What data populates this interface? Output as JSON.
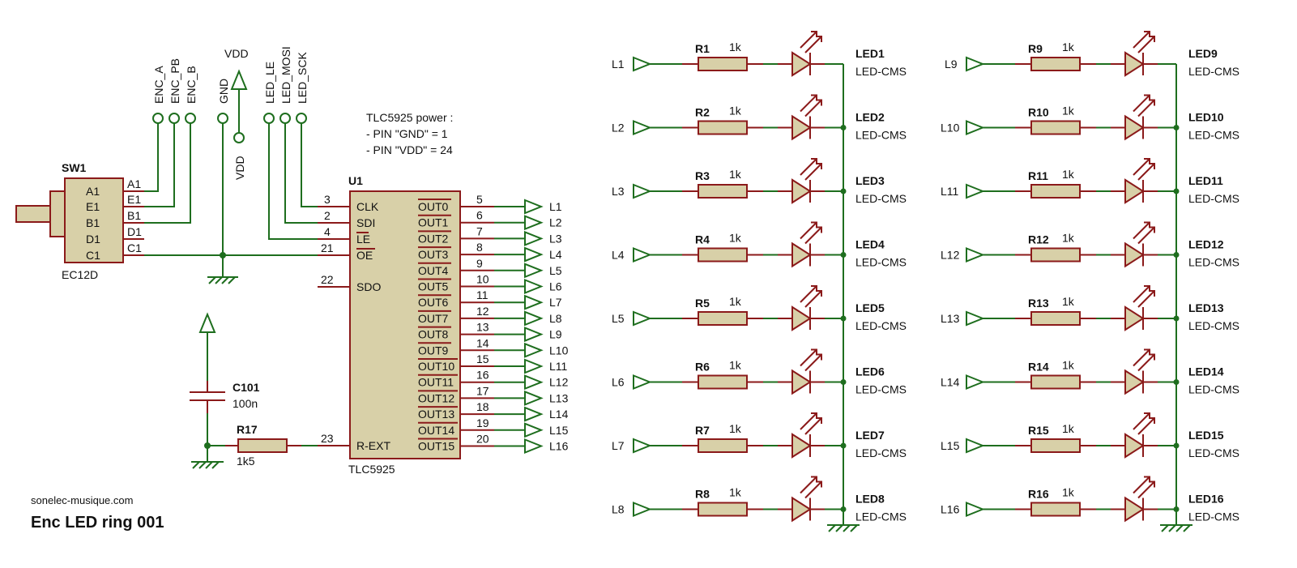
{
  "schematic": {
    "title": "Enc LED ring 001",
    "website": "sonelec-musique.com",
    "power_note": [
      "TLC5925 power :",
      "- PIN \"GND\" = 1",
      "- PIN \"VDD\" = 24"
    ],
    "vdd_label": "VDD",
    "connectors": [
      "ENC_A",
      "ENC_PB",
      "ENC_B",
      "GND",
      "VDD",
      "LED_LE",
      "LED_MOSI",
      "LED_SCK"
    ],
    "sw1": {
      "ref": "SW1",
      "value": "EC12D",
      "pins": [
        "A1",
        "E1",
        "B1",
        "D1",
        "C1"
      ]
    },
    "u1": {
      "ref": "U1",
      "value": "TLC5925",
      "left_pins": [
        {
          "num": "3",
          "name": "CLK"
        },
        {
          "num": "2",
          "name": "SDI"
        },
        {
          "num": "4",
          "name": "LE"
        },
        {
          "num": "21",
          "name": "OE"
        },
        {
          "num": "22",
          "name": "SDO"
        },
        {
          "num": "23",
          "name": "R-EXT"
        }
      ],
      "outputs": [
        {
          "pin": "5",
          "name": "OUT0",
          "net": "L1"
        },
        {
          "pin": "6",
          "name": "OUT1",
          "net": "L2"
        },
        {
          "pin": "7",
          "name": "OUT2",
          "net": "L3"
        },
        {
          "pin": "8",
          "name": "OUT3",
          "net": "L4"
        },
        {
          "pin": "9",
          "name": "OUT4",
          "net": "L5"
        },
        {
          "pin": "10",
          "name": "OUT5",
          "net": "L6"
        },
        {
          "pin": "11",
          "name": "OUT6",
          "net": "L7"
        },
        {
          "pin": "12",
          "name": "OUT7",
          "net": "L8"
        },
        {
          "pin": "13",
          "name": "OUT8",
          "net": "L9"
        },
        {
          "pin": "14",
          "name": "OUT9",
          "net": "L10"
        },
        {
          "pin": "15",
          "name": "OUT10",
          "net": "L11"
        },
        {
          "pin": "16",
          "name": "OUT11",
          "net": "L12"
        },
        {
          "pin": "17",
          "name": "OUT12",
          "net": "L13"
        },
        {
          "pin": "18",
          "name": "OUT13",
          "net": "L14"
        },
        {
          "pin": "19",
          "name": "OUT14",
          "net": "L15"
        },
        {
          "pin": "20",
          "name": "OUT15",
          "net": "L16"
        }
      ]
    },
    "c101": {
      "ref": "C101",
      "value": "100n"
    },
    "r17": {
      "ref": "R17",
      "value": "1k5"
    },
    "led_rows": [
      {
        "net": "L1",
        "r": "R1",
        "rv": "1k",
        "led": "LED1",
        "lv": "LED-CMS"
      },
      {
        "net": "L2",
        "r": "R2",
        "rv": "1k",
        "led": "LED2",
        "lv": "LED-CMS"
      },
      {
        "net": "L3",
        "r": "R3",
        "rv": "1k",
        "led": "LED3",
        "lv": "LED-CMS"
      },
      {
        "net": "L4",
        "r": "R4",
        "rv": "1k",
        "led": "LED4",
        "lv": "LED-CMS"
      },
      {
        "net": "L5",
        "r": "R5",
        "rv": "1k",
        "led": "LED5",
        "lv": "LED-CMS"
      },
      {
        "net": "L6",
        "r": "R6",
        "rv": "1k",
        "led": "LED6",
        "lv": "LED-CMS"
      },
      {
        "net": "L7",
        "r": "R7",
        "rv": "1k",
        "led": "LED7",
        "lv": "LED-CMS"
      },
      {
        "net": "L8",
        "r": "R8",
        "rv": "1k",
        "led": "LED8",
        "lv": "LED-CMS"
      },
      {
        "net": "L9",
        "r": "R9",
        "rv": "1k",
        "led": "LED9",
        "lv": "LED-CMS"
      },
      {
        "net": "L10",
        "r": "R10",
        "rv": "1k",
        "led": "LED10",
        "lv": "LED-CMS"
      },
      {
        "net": "L11",
        "r": "R11",
        "rv": "1k",
        "led": "LED11",
        "lv": "LED-CMS"
      },
      {
        "net": "L12",
        "r": "R12",
        "rv": "1k",
        "led": "LED12",
        "lv": "LED-CMS"
      },
      {
        "net": "L13",
        "r": "R13",
        "rv": "1k",
        "led": "LED13",
        "lv": "LED-CMS"
      },
      {
        "net": "L14",
        "r": "R14",
        "rv": "1k",
        "led": "LED14",
        "lv": "LED-CMS"
      },
      {
        "net": "L15",
        "r": "R15",
        "rv": "1k",
        "led": "LED15",
        "lv": "LED-CMS"
      },
      {
        "net": "L16",
        "r": "R16",
        "rv": "1k",
        "led": "LED16",
        "lv": "LED-CMS"
      }
    ]
  }
}
